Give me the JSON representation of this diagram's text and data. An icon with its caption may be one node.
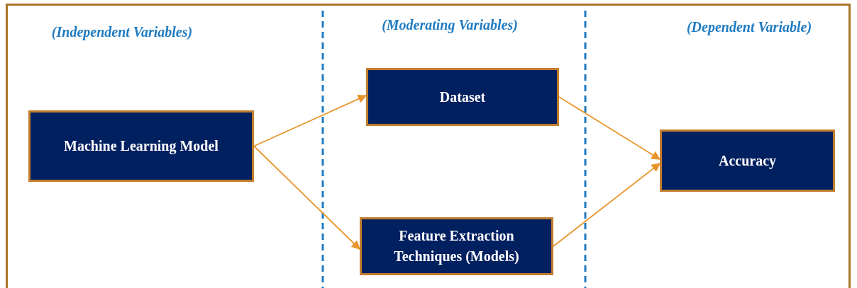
{
  "diagram": {
    "nodes": [
      {
        "text": [
          "Machine Learning Model"
        ]
      },
      {
        "text": [
          "Dataset"
        ]
      },
      {
        "text": [
          "Feature Extraction Techniques (Models)"
        ]
      },
      {
        "text": [
          "Accuracy"
        ]
      }
    ],
    "edges": [
      {
        "from": 0,
        "to": 1,
        "arrow": "to"
      },
      {
        "from": 0,
        "to": 2,
        "arrow": "to"
      },
      {
        "from": 1,
        "to": 3,
        "arrow": "to"
      },
      {
        "from": 2,
        "to": 3,
        "arrow": "to"
      }
    ],
    "labels": [
      "(Independent Variables)",
      "(Moderating Variables)",
      "(Dependent Variable)"
    ]
  }
}
